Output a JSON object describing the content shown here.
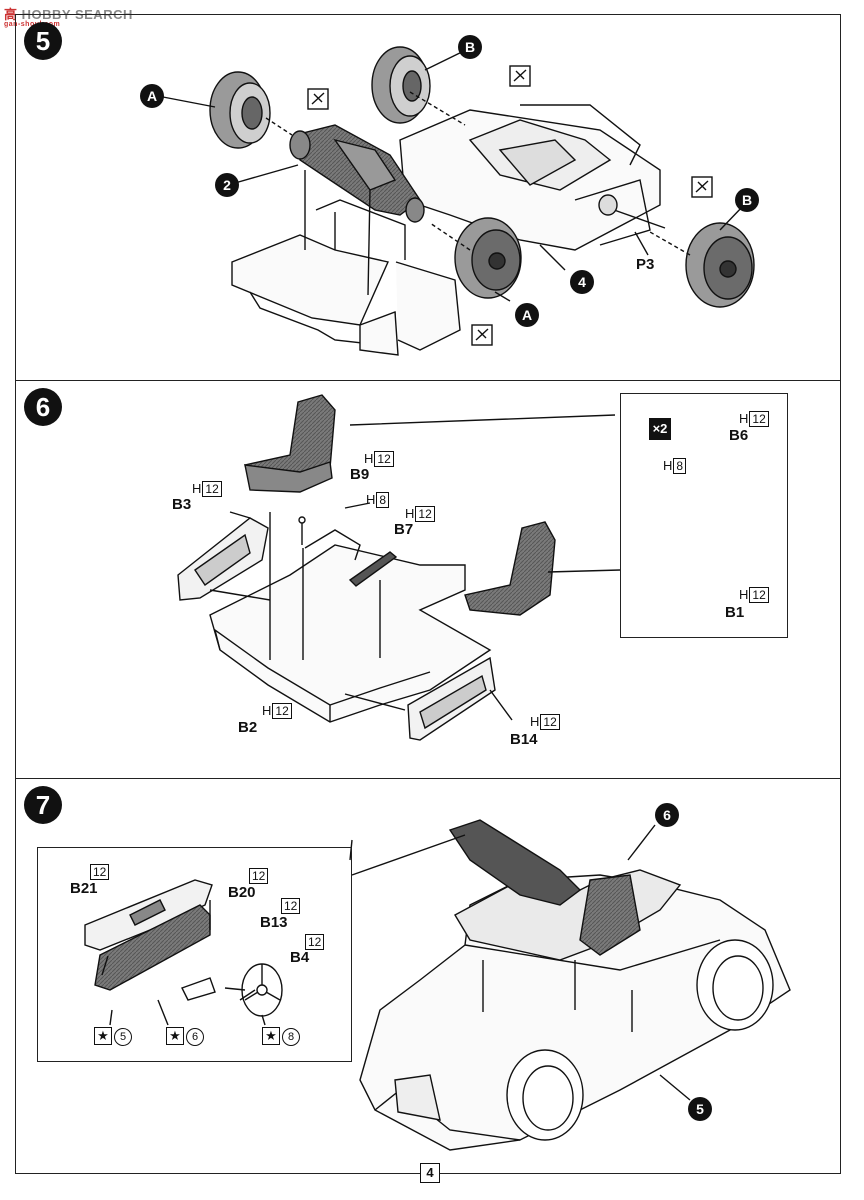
{
  "watermark": {
    "text1": "高",
    "text2": "HOBBY SEARCH",
    "text3": "gan-shoul.com"
  },
  "page_number": "4",
  "steps": {
    "s5": {
      "number": "5",
      "callouts": {
        "A1": "A",
        "A2": "A",
        "B1": "B",
        "B2": "B",
        "two": "2",
        "four": "4"
      },
      "labels": {
        "p3": "P3"
      }
    },
    "s6": {
      "number": "6",
      "multiplier": "×2",
      "labels": {
        "b1": "B1",
        "b2": "B2",
        "b3": "B3",
        "b6": "B6",
        "b7": "B7",
        "b9": "B9",
        "b14": "B14"
      },
      "h": {
        "h_letter": "H",
        "b1": "12",
        "b2": "12",
        "b3": "12",
        "b6": "12",
        "b7": "12",
        "b9": "12",
        "b14": "12",
        "b6_side": "8",
        "b8_side": "8"
      }
    },
    "s7": {
      "number": "7",
      "callouts": {
        "six": "6",
        "five": "5"
      },
      "labels": {
        "b21": "B21",
        "b20": "B20",
        "b13": "B13",
        "b4": "B4"
      },
      "h": {
        "b21": "12",
        "b20": "12",
        "b13": "12",
        "b4": "12"
      },
      "stars": {
        "s1": "5",
        "s2": "6",
        "s3": "8",
        "star_glyph": "★"
      }
    }
  }
}
